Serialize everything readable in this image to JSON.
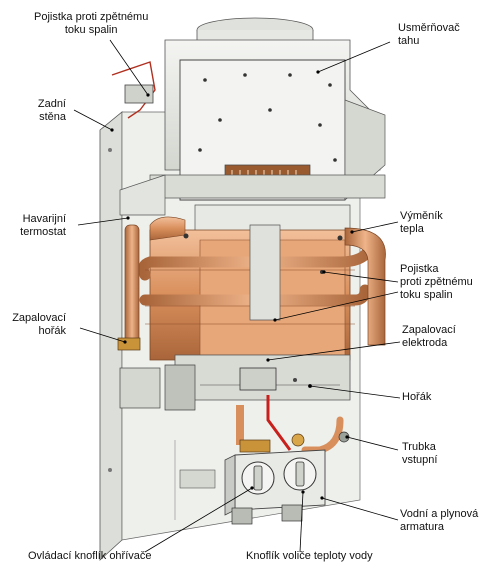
{
  "labels": {
    "pojistka_top": [
      "Pojistka proti zpětnému",
      "toku spalin"
    ],
    "usmernovac": [
      "Usměrňovač",
      "tahu"
    ],
    "zadni": [
      "Zadní",
      "stěna"
    ],
    "havarijni": [
      "Havarijní",
      "termostat"
    ],
    "vymenik": [
      "Výměník",
      "tepla"
    ],
    "pojistka_mid": [
      "Pojistka",
      "proti zpětnému",
      "toku spalin"
    ],
    "zapal_horak": [
      "Zapalovací",
      "hořák"
    ],
    "zapal_elektroda": [
      "Zapalovací",
      "elektroda"
    ],
    "horak": [
      "Hořák"
    ],
    "trubka": [
      "Trubka",
      "vstupní"
    ],
    "armatura": [
      "Vodní a plynová",
      "armatura"
    ],
    "knoflik_ohrivace": [
      "Ovládací knoflík ohřívače"
    ],
    "knoflik_volice": [
      "Knoflík voliče teploty vody"
    ]
  },
  "colors": {
    "copper": "#d98f5c",
    "copper_dark": "#b06a3a",
    "metal": "#e9ebe6",
    "metal_dark": "#c9ccc6",
    "gas_line": "#c8201c"
  }
}
